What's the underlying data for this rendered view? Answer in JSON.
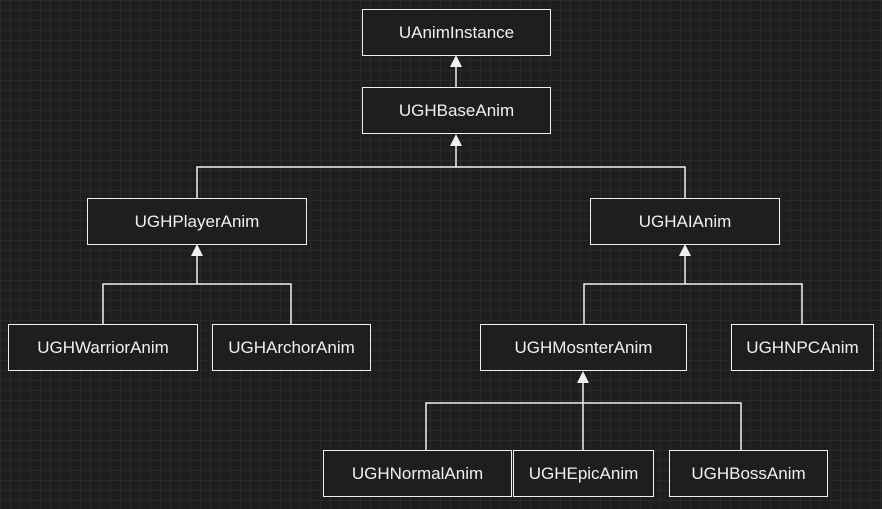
{
  "theme": {
    "background": "#1e1e1e",
    "grid": "#2a2a2a",
    "line": "#f0f0f0",
    "text": "#f0f0f0"
  },
  "nodes": {
    "uanim_instance": "UAnimInstance",
    "ugh_base_anim": "UGHBaseAnim",
    "ugh_player_anim": "UGHPlayerAnim",
    "ugh_ai_anim": "UGHAIAnim",
    "ugh_warrior_anim": "UGHWarriorAnim",
    "ugh_archor_anim": "UGHArchorAnim",
    "ugh_mosnter_anim": "UGHMosnterAnim",
    "ugh_npc_anim": "UGHNPCAnim",
    "ugh_normal_anim": "UGHNormalAnim",
    "ugh_epic_anim": "UGHEpicAnim",
    "ugh_boss_anim": "UGHBossAnim"
  },
  "inheritance": [
    {
      "parent": "UAnimInstance",
      "children": [
        "UGHBaseAnim"
      ]
    },
    {
      "parent": "UGHBaseAnim",
      "children": [
        "UGHPlayerAnim",
        "UGHAIAnim"
      ]
    },
    {
      "parent": "UGHPlayerAnim",
      "children": [
        "UGHWarriorAnim",
        "UGHArchorAnim"
      ]
    },
    {
      "parent": "UGHAIAnim",
      "children": [
        "UGHMosnterAnim",
        "UGHNPCAnim"
      ]
    },
    {
      "parent": "UGHMosnterAnim",
      "children": [
        "UGHNormalAnim",
        "UGHEpicAnim",
        "UGHBossAnim"
      ]
    }
  ]
}
